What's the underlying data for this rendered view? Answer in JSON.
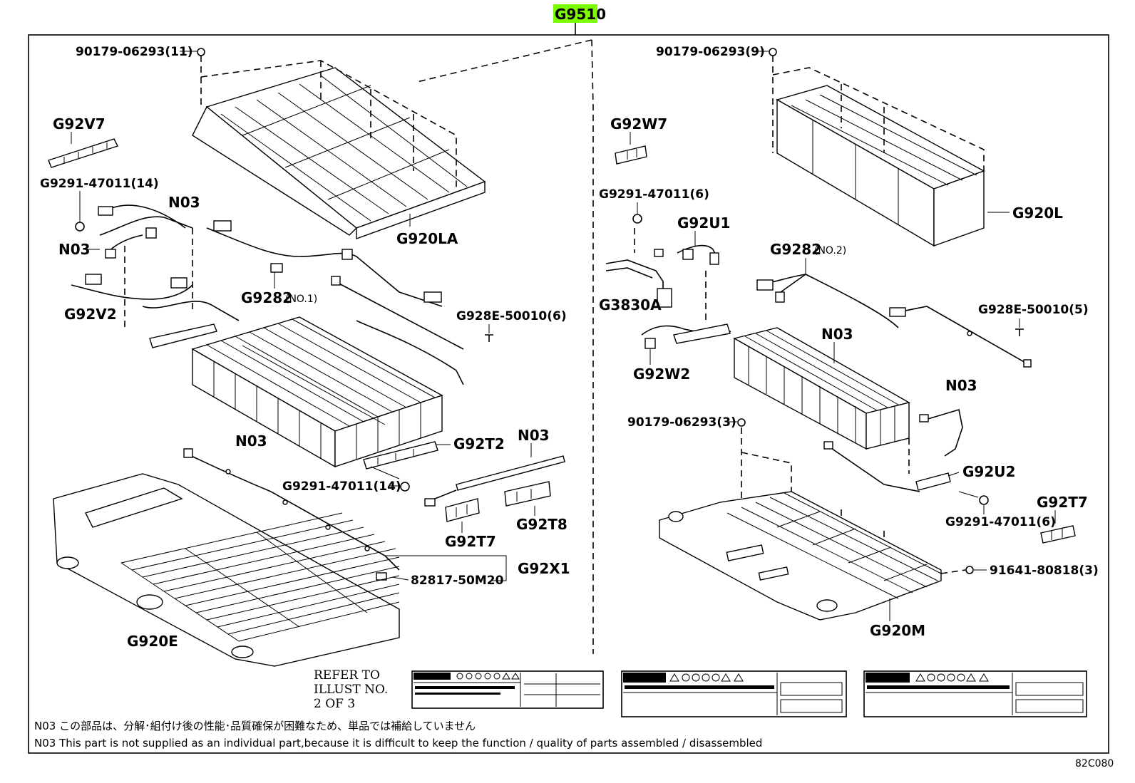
{
  "assembly": {
    "code": "G9510",
    "highlight_color": "#7CFC00"
  },
  "labels": {
    "nut_left_top": "90179-06293(11)",
    "g92v7": "G92V7",
    "clip_left": "G9291-47011(14)",
    "n03_left_1": "N03",
    "n03_left_2": "N03",
    "g92v2": "G92V2",
    "g920la": "G920LA",
    "g9282_no1_code": "G9282",
    "g9282_no1_suffix": "(NO.1)",
    "g928e_left": "G928E-50010(6)",
    "n03_left_stack": "N03",
    "g92t2": "G92T2",
    "n03_left_bar": "N03",
    "clip_left_bottom": "G9291-47011(14)",
    "g92t7_left": "G92T7",
    "g92t8": "G92T8",
    "g92x1": "G92X1",
    "p82817": "82817-50M20",
    "g920e": "G920E",
    "nut_right_top": "90179-06293(9)",
    "g92w7": "G92W7",
    "clip_right": "G9291-47011(6)",
    "g92u1": "G92U1",
    "g9282_no2_code": "G9282",
    "g9282_no2_suffix": "(NO.2)",
    "g3830a": "G3830A",
    "g928e_right": "G928E-50010(5)",
    "n03_right_stack": "N03",
    "g92w2": "G92W2",
    "n03_right_wire": "N03",
    "nut_right_mid": "90179-06293(3)",
    "g92u2": "G92U2",
    "g92t7_right": "G92T7",
    "clip_right_bottom": "G9291-47011(6)",
    "p91641": "91641-80818(3)",
    "g920m": "G920M",
    "g920l": "G920L"
  },
  "refer": {
    "line1": "REFER TO",
    "line2": "ILLUST NO.",
    "line3": "2 OF 3"
  },
  "notes": {
    "jp": "N03 この部品は、分解･組付け後の性能･品質確保が困難なため、単品では補給していません",
    "en": "N03 This part is not supplied as an individual part,because it is difficult to keep the function / quality of parts assembled / disassembled"
  },
  "diagram_code": "82C080"
}
